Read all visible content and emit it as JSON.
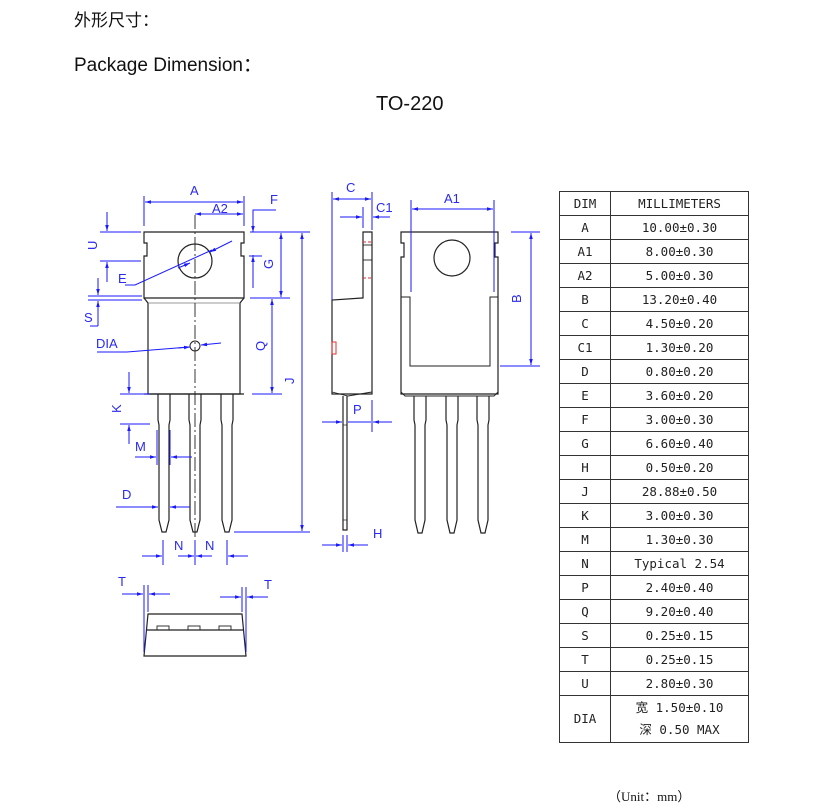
{
  "headings": {
    "chinese": "外形尺寸：",
    "english": "Package Dimension：",
    "package": "TO-220"
  },
  "colors": {
    "dimension_line": "#1a1aff",
    "outline": "#222222",
    "highlight": "#e03030"
  },
  "drawing_labels": {
    "A": "A",
    "A1": "A1",
    "A2": "A2",
    "B": "B",
    "C": "C",
    "C1": "C1",
    "D": "D",
    "DIA": "DIA",
    "E": "E",
    "F": "F",
    "G": "G",
    "H": "H",
    "J": "J",
    "K": "K",
    "M": "M",
    "N": "N",
    "P": "P",
    "Q": "Q",
    "S": "S",
    "T": "T",
    "U": "U"
  },
  "table": {
    "headers": [
      "DIM",
      "MILLIMETERS"
    ],
    "rows": [
      {
        "dim": "A",
        "value": "10.00±0.30"
      },
      {
        "dim": "A1",
        "value": "8.00±0.30"
      },
      {
        "dim": "A2",
        "value": "5.00±0.30"
      },
      {
        "dim": "B",
        "value": "13.20±0.40"
      },
      {
        "dim": "C",
        "value": "4.50±0.20"
      },
      {
        "dim": "C1",
        "value": "1.30±0.20"
      },
      {
        "dim": "D",
        "value": "0.80±0.20"
      },
      {
        "dim": "E",
        "value": "3.60±0.20"
      },
      {
        "dim": "F",
        "value": "3.00±0.30"
      },
      {
        "dim": "G",
        "value": "6.60±0.40"
      },
      {
        "dim": "H",
        "value": "0.50±0.20"
      },
      {
        "dim": "J",
        "value": "28.88±0.50"
      },
      {
        "dim": "K",
        "value": "3.00±0.30"
      },
      {
        "dim": "M",
        "value": "1.30±0.30"
      },
      {
        "dim": "N",
        "value": "Typical 2.54"
      },
      {
        "dim": "P",
        "value": "2.40±0.40"
      },
      {
        "dim": "Q",
        "value": "9.20±0.40"
      },
      {
        "dim": "S",
        "value": "0.25±0.15"
      },
      {
        "dim": "T",
        "value": "0.25±0.15"
      },
      {
        "dim": "U",
        "value": "2.80±0.30"
      }
    ],
    "dia_row": {
      "dim": "DIA",
      "line1": "宽 1.50±0.10",
      "line2": "深 0.50 MAX"
    }
  },
  "unit_note": "（Unit：mm）"
}
